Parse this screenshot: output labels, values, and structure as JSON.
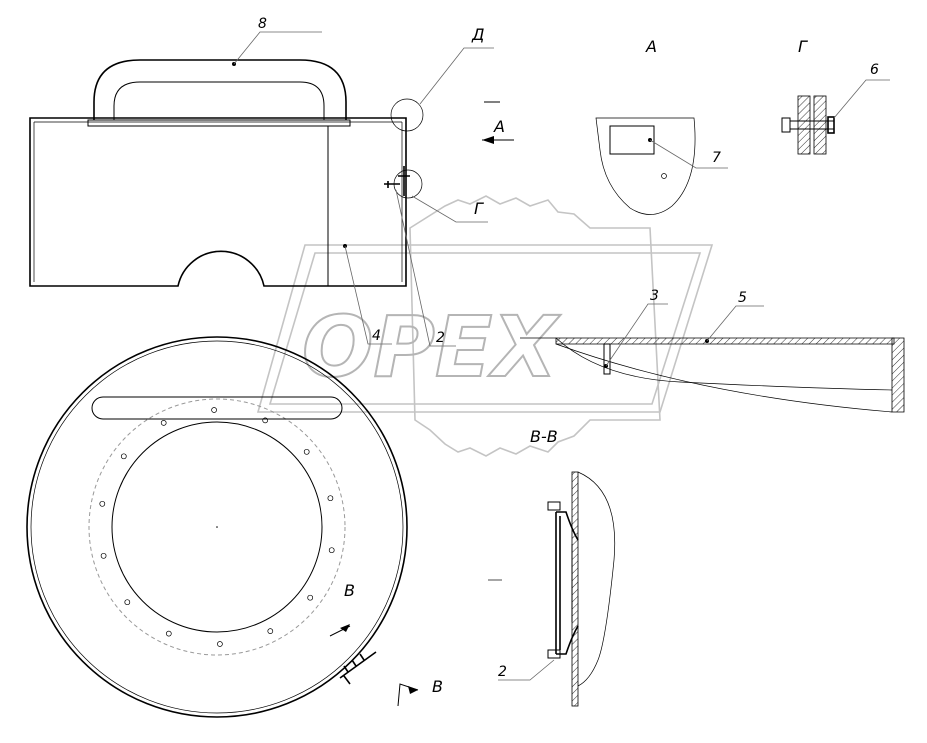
{
  "watermark": {
    "text": "OPEX"
  },
  "view_labels": {
    "d": "Д",
    "a_view": "А",
    "g_view": "Г",
    "a_arrow": "А",
    "g_callout": "Г",
    "d_callout": "Д",
    "section_bb": "В-В",
    "b_upper": "В",
    "b_lower": "В"
  },
  "callouts": {
    "n8": "8",
    "n6": "6",
    "n7": "7",
    "n3": "3",
    "n5": "5",
    "n4": "4",
    "n2_top": "2",
    "n2_bottom": "2"
  },
  "colors": {
    "line": "#000000",
    "leader": "#666666",
    "watermark": "#bbbbbb",
    "background": "#ffffff"
  }
}
